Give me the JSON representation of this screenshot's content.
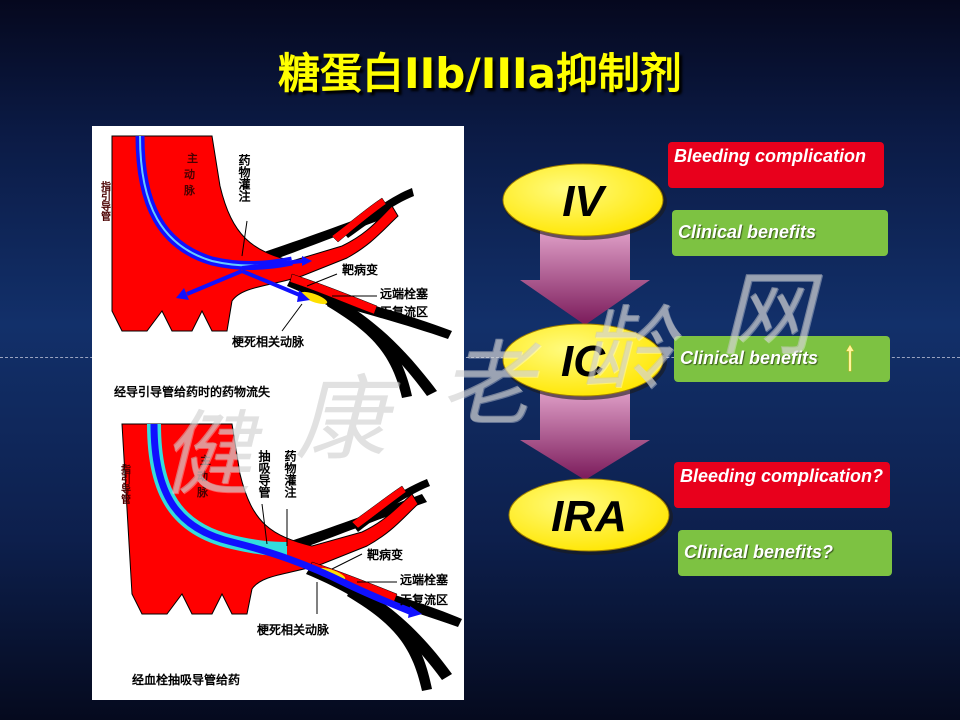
{
  "slide": {
    "title": "糖蛋白IIb/IIIa抑制剂"
  },
  "diagram_top": {
    "label_left_artery": "主动脉",
    "label_guide": "指引导管",
    "label_infusion": "药物灌注",
    "label_lesion": "靶病变",
    "label_distal": "远端栓塞",
    "label_noreflow": "无复流区",
    "label_ira": "梗死相关动脉",
    "caption": "经导引导管给药时的药物流失"
  },
  "diagram_bottom": {
    "label_left_artery": "主动脉",
    "label_guide": "指引导管",
    "label_aspiration": "抽吸导管",
    "label_infusion": "药物灌注",
    "label_lesion": "靶病变",
    "label_distal": "远端栓塞",
    "label_noreflow": "无复流区",
    "label_ira": "梗死相关动脉",
    "caption": "经血栓抽吸导管给药"
  },
  "routes": [
    {
      "label": "IV",
      "bleeding": "Bleeding complication",
      "benefit": "Clinical  benefits"
    },
    {
      "label": "IC",
      "benefit": "Clinical  benefits"
    },
    {
      "label": "IRA",
      "bleeding": "Bleeding complication?",
      "benefit": "Clinical  benefits?"
    }
  ],
  "watermark": [
    "健",
    "康",
    "老",
    "龄",
    "网"
  ],
  "colors": {
    "title": "#ffff00",
    "ellipse": "#ffef00",
    "bleeding_box": "#e8001c",
    "benefit_box": "#7dc242",
    "arrow": "#b03080",
    "artery": "#ff0000",
    "catheter": "#1010ff"
  }
}
